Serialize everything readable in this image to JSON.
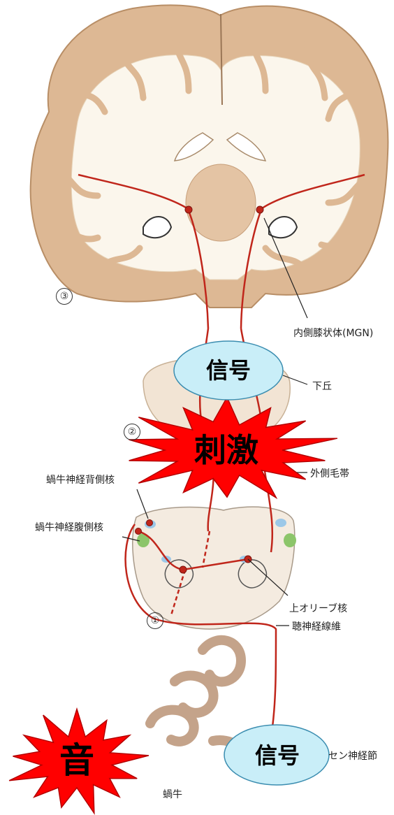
{
  "labels": {
    "mgn": "内側膝状体(MGN)",
    "inferior_colliculus": "下丘",
    "lateral_lemniscus": "外側毛帯",
    "dorsal_cochlear_nucleus": "蝸牛神経背側核",
    "ventral_cochlear_nucleus": "蝸牛神経腹側核",
    "superior_olive": "上オリーブ核",
    "auditory_nerve": "聴神経線維",
    "spiral_ganglion": "セン神経節",
    "cochlea": "蝸牛"
  },
  "markers": {
    "one": "①",
    "two": "②",
    "three": "③"
  },
  "callouts": {
    "signal_top": "信号",
    "stimulus": "刺激",
    "sound": "音",
    "signal_bottom": "信号"
  },
  "colors": {
    "pathway": "#c0261b",
    "gray_matter": "#ddb894",
    "white_matter": "#fbf6ec",
    "bubble": "#c9eef8",
    "burst": "#ff0000"
  }
}
